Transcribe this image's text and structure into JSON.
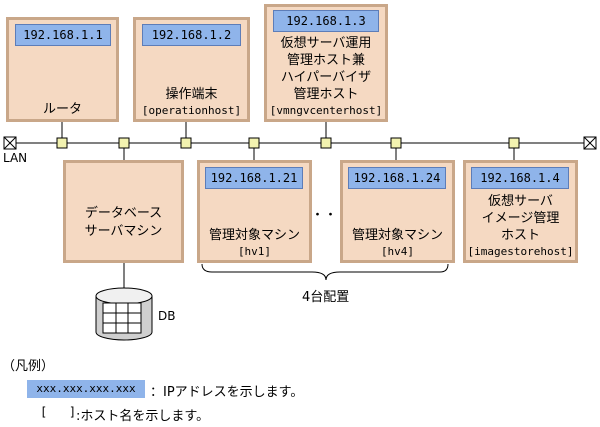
{
  "nodes": {
    "router": {
      "ip": "192.168.1.1",
      "label": "ルータ"
    },
    "operation": {
      "ip": "192.168.1.2",
      "label": "操作端末",
      "host": "[operationhost]"
    },
    "vcenter": {
      "ip": "192.168.1.3",
      "label_lines": [
        "仮想サーバ運用",
        "管理ホスト兼",
        "ハイパーバイザ",
        "管理ホスト"
      ],
      "host": "[vmngvcenterhost]"
    },
    "database": {
      "label_lines": [
        "データベース",
        "サーバマシン"
      ]
    },
    "hv1": {
      "ip": "192.168.1.21",
      "label": "管理対象マシン",
      "host": "[hv1]"
    },
    "hv4": {
      "ip": "192.168.1.24",
      "label": "管理対象マシン",
      "host": "[hv4]"
    },
    "imagestore": {
      "ip": "192.168.1.4",
      "label_lines": [
        "仮想サーバ",
        "イメージ管理",
        "ホスト"
      ],
      "host": "[imagestorehost]"
    }
  },
  "network": {
    "lan_label": "LAN"
  },
  "ellipsis": "・・・",
  "group_label": "4台配置",
  "db_label": "DB",
  "legend": {
    "title": "（凡例）",
    "ip_sample": "xxx.xxx.xxx.xxx",
    "ip_desc": "：IPアドレスを示します。",
    "host_sample": "[   ]",
    "host_desc": ":ホスト名を示します。"
  },
  "colors": {
    "node_fill": "#f5d9c2",
    "node_border": "#c9a789",
    "ip_fill": "#8fb4ea",
    "connector_fill": "#f2f2b0"
  }
}
